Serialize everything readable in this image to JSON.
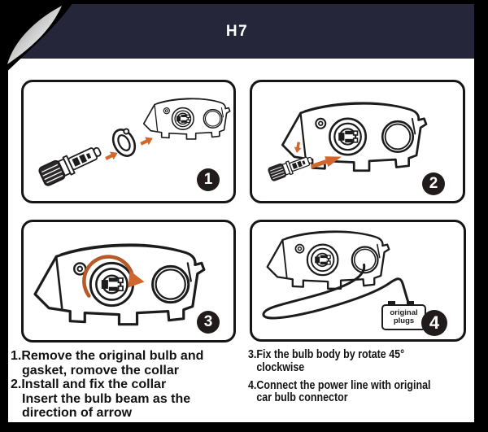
{
  "header": {
    "title": "H7"
  },
  "panels": [
    {
      "badge": "1"
    },
    {
      "badge": "2"
    },
    {
      "badge": "3"
    },
    {
      "badge": "4",
      "plug_label": [
        "original",
        "plugs"
      ]
    }
  ],
  "instructions": {
    "left": [
      {
        "first": "1.Remove the original bulb and",
        "rest": [
          "gasket, romove the collar"
        ]
      },
      {
        "first": "2.Install and fix the collar",
        "rest": [
          "Insert the bulb beam as the",
          "direction of arrow"
        ]
      }
    ],
    "right": [
      {
        "first": "3.Fix the bulb body by rotate 45°",
        "rest": [
          "clockwise"
        ]
      },
      {
        "first": "4.Connect the power line with original",
        "rest": [
          "car bulb connector"
        ]
      }
    ]
  },
  "colors": {
    "header_bg": "#26263a",
    "page_bg": "#ffffff",
    "ink": "#1c1c1c",
    "arrow_accent": "#d2672e",
    "badge_bg": "#221b1b"
  }
}
